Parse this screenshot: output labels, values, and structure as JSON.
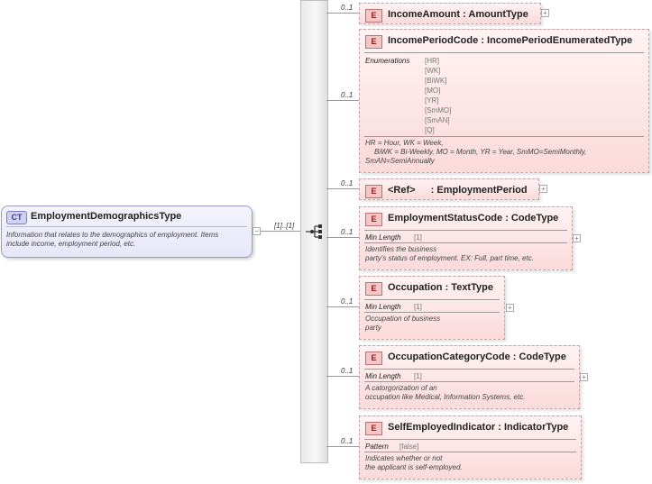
{
  "complex_type": {
    "badge": "CT",
    "name": "EmploymentDemographicsType",
    "description_line1": "Information that relates to the demographics of employment. Items",
    "description_line2": "include income, employment period, etc."
  },
  "sequence": {
    "cardinality": "[1]..[1]",
    "icon": "sequence-compositor-icon"
  },
  "element_badge": "E",
  "elements": [
    {
      "multiplicity": "0..1",
      "name": "IncomeAmount",
      "type": ": AmountType"
    },
    {
      "multiplicity": "0..1",
      "name": "IncomePeriodCode",
      "type": ": IncomePeriodEnumeratedType",
      "enum_label": "Enumerations",
      "enumerations": [
        "[HR]",
        "[WK]",
        "[BiWK]",
        "[MO]",
        "[YR]",
        "[SmMO]",
        "[SmAN]",
        "[Q]"
      ],
      "desc_line1": "HR = Hour, WK = Week,",
      "desc_line2": "BiWK = Bi-Weekly, MO = Month, YR = Year, SmMO=SemiMonthly,",
      "desc_line3": "SmAN=SemiAnnually"
    },
    {
      "multiplicity": "0..1",
      "name": "<Ref>",
      "type": ": EmploymentPeriod"
    },
    {
      "multiplicity": "0..1",
      "name": "EmploymentStatusCode",
      "type": ": CodeType",
      "prop_label": "Min Length",
      "prop_value": "[1]",
      "desc_line1": "Identifies the business",
      "desc_line2": "party's status of employment. EX: Full, part time, etc."
    },
    {
      "multiplicity": "0..1",
      "name": "Occupation",
      "type": ": TextType",
      "prop_label": "Min Length",
      "prop_value": "[1]",
      "desc_line1": "Occupation of business",
      "desc_line2": "party"
    },
    {
      "multiplicity": "0..1",
      "name": "OccupationCategoryCode",
      "type": ": CodeType",
      "prop_label": "Min Length",
      "prop_value": "[1]",
      "desc_line1": "A catorgorization of an",
      "desc_line2": "occupation like Medical, Information Systems, etc."
    },
    {
      "multiplicity": "0..1",
      "name": "SelfEmployedIndicator",
      "type": ": IndicatorType",
      "prop_label": "Pattern",
      "prop_value": "[false]",
      "desc_line1": "Indicates whether or not",
      "desc_line2": "the applicant is self-employed."
    }
  ]
}
